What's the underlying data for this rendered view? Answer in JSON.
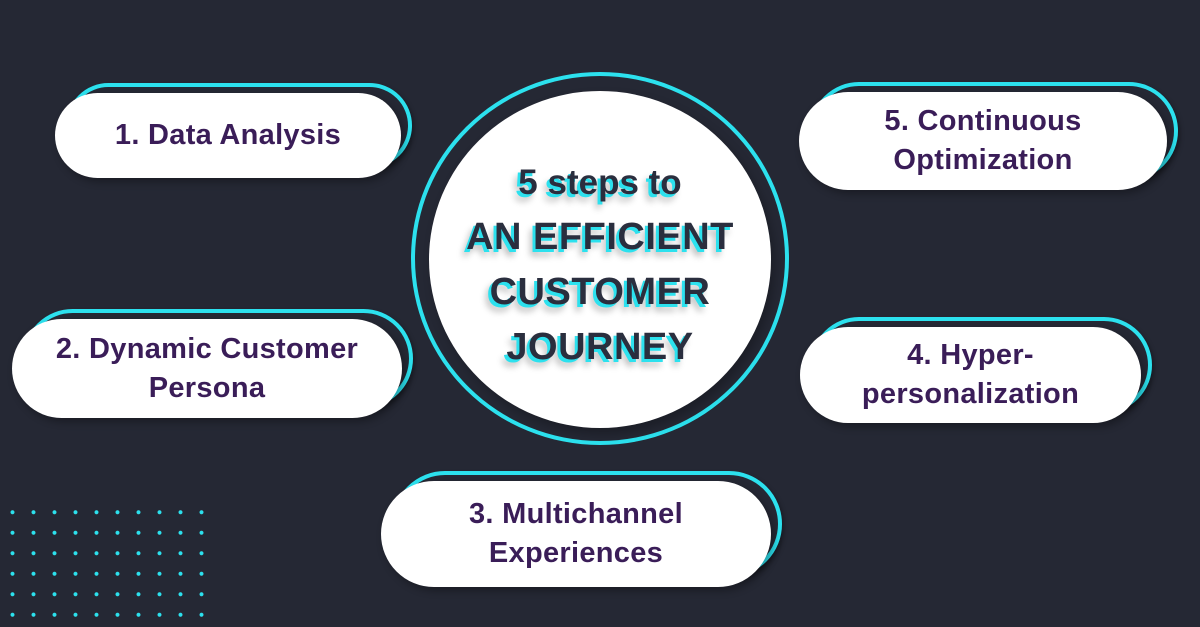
{
  "colors": {
    "bg": "#252834",
    "accent_cyan": "#2ce1ee",
    "pill_bg": "#ffffff",
    "pill_text": "#3a1d58",
    "title_text": "#2a2e3e"
  },
  "center": {
    "lines": [
      "5 steps to",
      "AN EFFICIENT",
      "CUSTOMER",
      "JOURNEY"
    ]
  },
  "steps": [
    {
      "id": "1",
      "lines": [
        "1. Data Analysis"
      ]
    },
    {
      "id": "2",
      "lines": [
        "2. Dynamic Customer",
        "Persona"
      ]
    },
    {
      "id": "3",
      "lines": [
        "3. Multichannel",
        "Experiences"
      ]
    },
    {
      "id": "4",
      "lines": [
        "4. Hyper-",
        "personalization"
      ]
    },
    {
      "id": "5",
      "lines": [
        "5. Continuous",
        "Optimization"
      ]
    }
  ],
  "decor": {
    "dot_grid": {
      "rows": 6,
      "cols": 10
    }
  }
}
